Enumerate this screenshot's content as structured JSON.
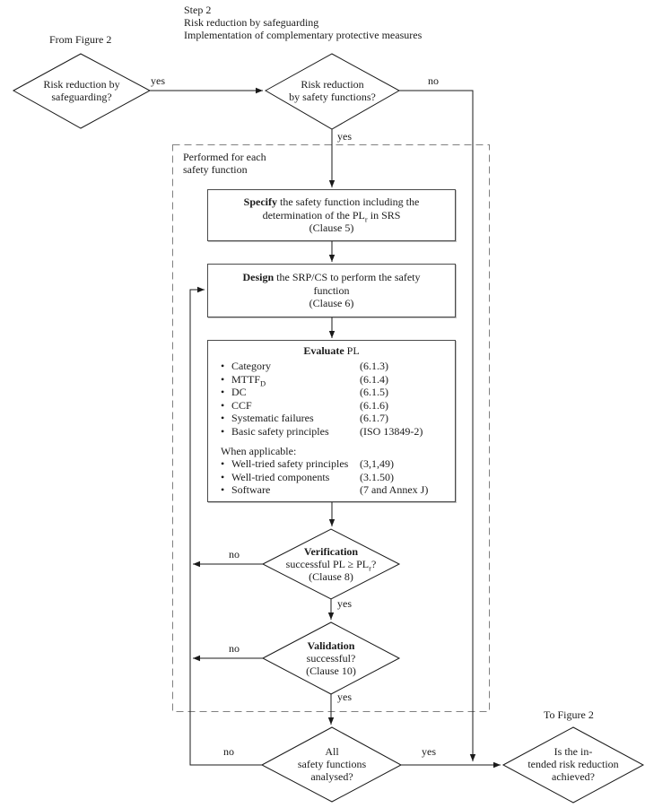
{
  "header": {
    "line1": "Step 2",
    "line2": "Risk reduction by safeguarding",
    "line3": "Implementation of complementary protective measures"
  },
  "annotations": {
    "from_figure": "From Figure 2",
    "to_figure": "To Figure 2",
    "performed_line1": "Performed for each",
    "performed_line2": "safety function"
  },
  "edge_labels": {
    "d1_yes": "yes",
    "d2_yes": "yes",
    "d2_no": "no",
    "verification_yes": "yes",
    "verification_no": "no",
    "validation_yes": "yes",
    "validation_no": "no",
    "all_yes": "yes",
    "all_no": "no"
  },
  "glyphs": {
    "bullet": "•"
  },
  "decisions": {
    "safeguarding": {
      "line1": "Risk reduction by",
      "line2": "safeguarding?"
    },
    "safety_functions": {
      "line1": "Risk reduction",
      "line2": "by safety functions?"
    },
    "verification": {
      "title": "Verification",
      "line2_pre": "successful PL ≥ PL",
      "line2_sub": "r",
      "line2_post": "?",
      "line3": "(Clause 8)"
    },
    "validation": {
      "title": "Validation",
      "line2": "successful?",
      "line3": "(Clause 10)"
    },
    "all_analysed": {
      "line1": "All",
      "line2": "safety functions",
      "line3": "analysed?"
    },
    "risk_achieved": {
      "line1": "Is the in-",
      "line2": "tended risk reduction",
      "line3": "achieved?"
    }
  },
  "process_boxes": {
    "specify": {
      "title": "Specify",
      "line1_rest": " the safety function including the",
      "line2_pre": "determination of the PL",
      "line2_sub": "r",
      "line2_post": " in SRS",
      "line3": "(Clause 5)"
    },
    "design": {
      "title": "Design",
      "line1_rest": " the SRP/CS to perform the safety",
      "line2": "function",
      "line3": "(Clause 6)"
    },
    "evaluate": {
      "title": "Evaluate",
      "title_rest": " PL",
      "items": [
        {
          "label": "Category",
          "ref": "(6.1.3)"
        },
        {
          "label": "MTTF",
          "sub": "D",
          "ref": "(6.1.4)"
        },
        {
          "label": "DC",
          "ref": "(6.1.5)"
        },
        {
          "label": "CCF",
          "ref": "(6.1.6)"
        },
        {
          "label": "Systematic failures",
          "ref": "(6.1.7)"
        },
        {
          "label": "Basic safety principles",
          "ref": "(ISO 13849-2)"
        }
      ],
      "when_applicable": "When applicable:",
      "items_applicable": [
        {
          "label": "Well-tried safety principles",
          "ref": "(3,1,49)"
        },
        {
          "label": "Well-tried components",
          "ref": "(3.1.50)"
        },
        {
          "label": "Software",
          "ref": "(7 and Annex J)"
        }
      ]
    }
  },
  "colors": {
    "line": "#1a1a1a",
    "dashed_border": "#808080",
    "background": "#ffffff",
    "text": "#1a1a1a"
  }
}
